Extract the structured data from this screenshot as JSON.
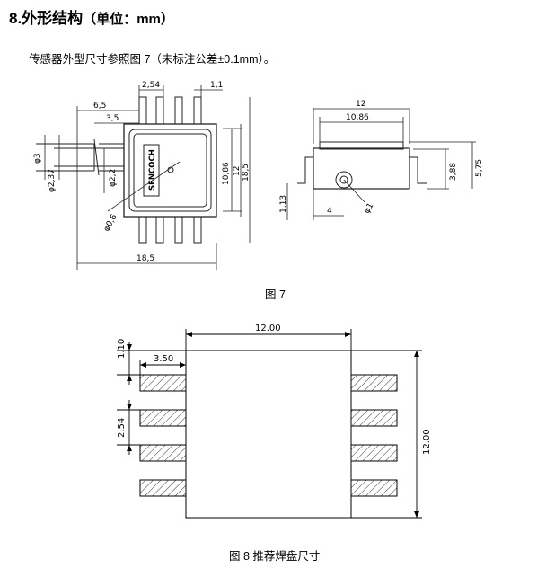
{
  "section": {
    "title": "8.外形结构",
    "unit": "（单位：mm）"
  },
  "intro_text": "传感器外型尺寸参照图 7（未标注公差±0.1mm）。",
  "figure7": {
    "caption": "图 7",
    "logo_text": "SENCOCH",
    "top_view": {
      "dim_pitch": "2,54",
      "dim_pin_width": "1,1",
      "dim_port_offset": "6,5",
      "dim_body_offset": "3,5",
      "dim_port_outer": "φ3",
      "dim_port_od": "φ2,37",
      "dim_port_id": "φ2,2",
      "dim_hole": "φ0,6",
      "dim_inner_height": "10,86",
      "dim_height": "12",
      "dim_total_height": "18,5",
      "dim_total_width": "18,5"
    },
    "side_view": {
      "dim_width": "12",
      "dim_inner_width": "10,86",
      "dim_height": "3,88",
      "dim_total_height": "5,75",
      "dim_lead": "1,13",
      "dim_port_pos": "4",
      "dim_hole": "φ1"
    }
  },
  "figure8": {
    "caption": "图 8 推荐焊盘尺寸",
    "dim_body_width": "12.00",
    "dim_pad_gap": "1.10",
    "dim_pad_length": "3.50",
    "dim_pitch": "2.54",
    "dim_body_height": "12.00"
  }
}
